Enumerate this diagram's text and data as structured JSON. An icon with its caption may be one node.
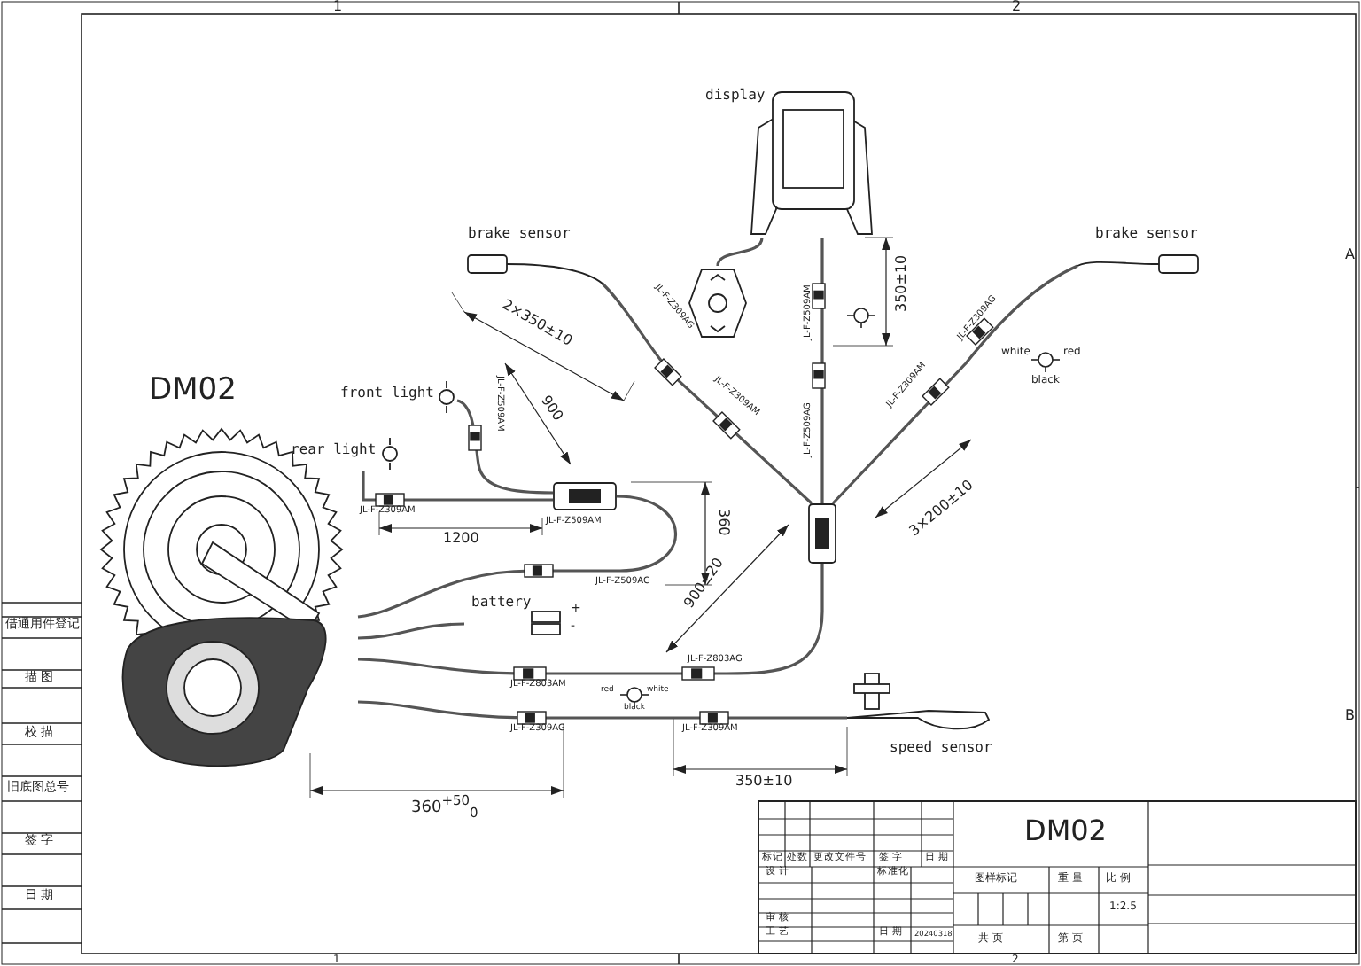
{
  "diagram": {
    "nodes": [
      {
        "text": [
          "display"
        ]
      },
      {
        "text": [],
        "shape": "picture"
      },
      {
        "text": [
          "brake sensor"
        ]
      },
      {
        "text": [
          "brake sensor"
        ]
      },
      {
        "text": [
          "front light"
        ]
      },
      {
        "text": [
          "rear light"
        ]
      },
      {
        "text": [],
        "shape": "box",
        "beside": [
          "JL-F-Z509AM"
        ]
      },
      {
        "text": [],
        "shape": "box"
      },
      {
        "text": [
          "speed sensor"
        ]
      },
      {
        "text": [],
        "shape": "picture",
        "beside": [
          "DM02"
        ]
      },
      {
        "text": [
          "battery"
        ],
        "beside": [
          "+",
          "-"
        ]
      }
    ],
    "edges": [
      {
        "from": 0,
        "to": 1,
        "arrow": "none"
      },
      {
        "from": 0,
        "to": 7,
        "arrow": "none"
      },
      {
        "from": 2,
        "to": 7,
        "arrow": "none"
      },
      {
        "from": 3,
        "to": 7,
        "arrow": "none"
      },
      {
        "from": 4,
        "to": 6,
        "arrow": "none"
      },
      {
        "from": 5,
        "to": 6,
        "arrow": "none"
      },
      {
        "from": 6,
        "to": 9,
        "arrow": "none"
      },
      {
        "from": 7,
        "to": 9,
        "arrow": "none"
      },
      {
        "from": 8,
        "to": 9,
        "arrow": "none"
      },
      {
        "from": 10,
        "to": 9,
        "arrow": "none"
      }
    ],
    "labels": [
      "1",
      "2",
      "A",
      "B",
      "1",
      "2",
      "2×350±10",
      "JL-F-Z309AG",
      "JL-F-Z509AM",
      "900",
      "JL-F-Z309AM",
      "1200",
      "JL-F-Z509AG",
      "360",
      "JL-F-Z509AM",
      "350±10",
      "JL-F-Z509AG",
      "JL-F-Z309AG",
      "white",
      "red",
      "black",
      "JL-F-Z309AM",
      "JL-F-Z309AM",
      "3×200±10",
      "900±20",
      "JL-F-Z803AG",
      "JL-F-Z803AM",
      "JL-F-Z309AG",
      "red",
      "white",
      "black",
      "JL-F-Z309AM",
      "350±10",
      "360$^{+50}$$_{0}$",
      "借通用件登记",
      "描 图",
      "校 描",
      "旧底图总号",
      "签 字",
      "日 期",
      "标记",
      "处数",
      "更改文件号",
      "签 字",
      "日 期",
      "DM02",
      "设 计",
      "标准化",
      "图样标记",
      "重 量",
      "比 例",
      "1:2.5",
      "审 核",
      "工 艺",
      "日 期",
      "20240318",
      "共 页",
      "第 页"
    ]
  }
}
